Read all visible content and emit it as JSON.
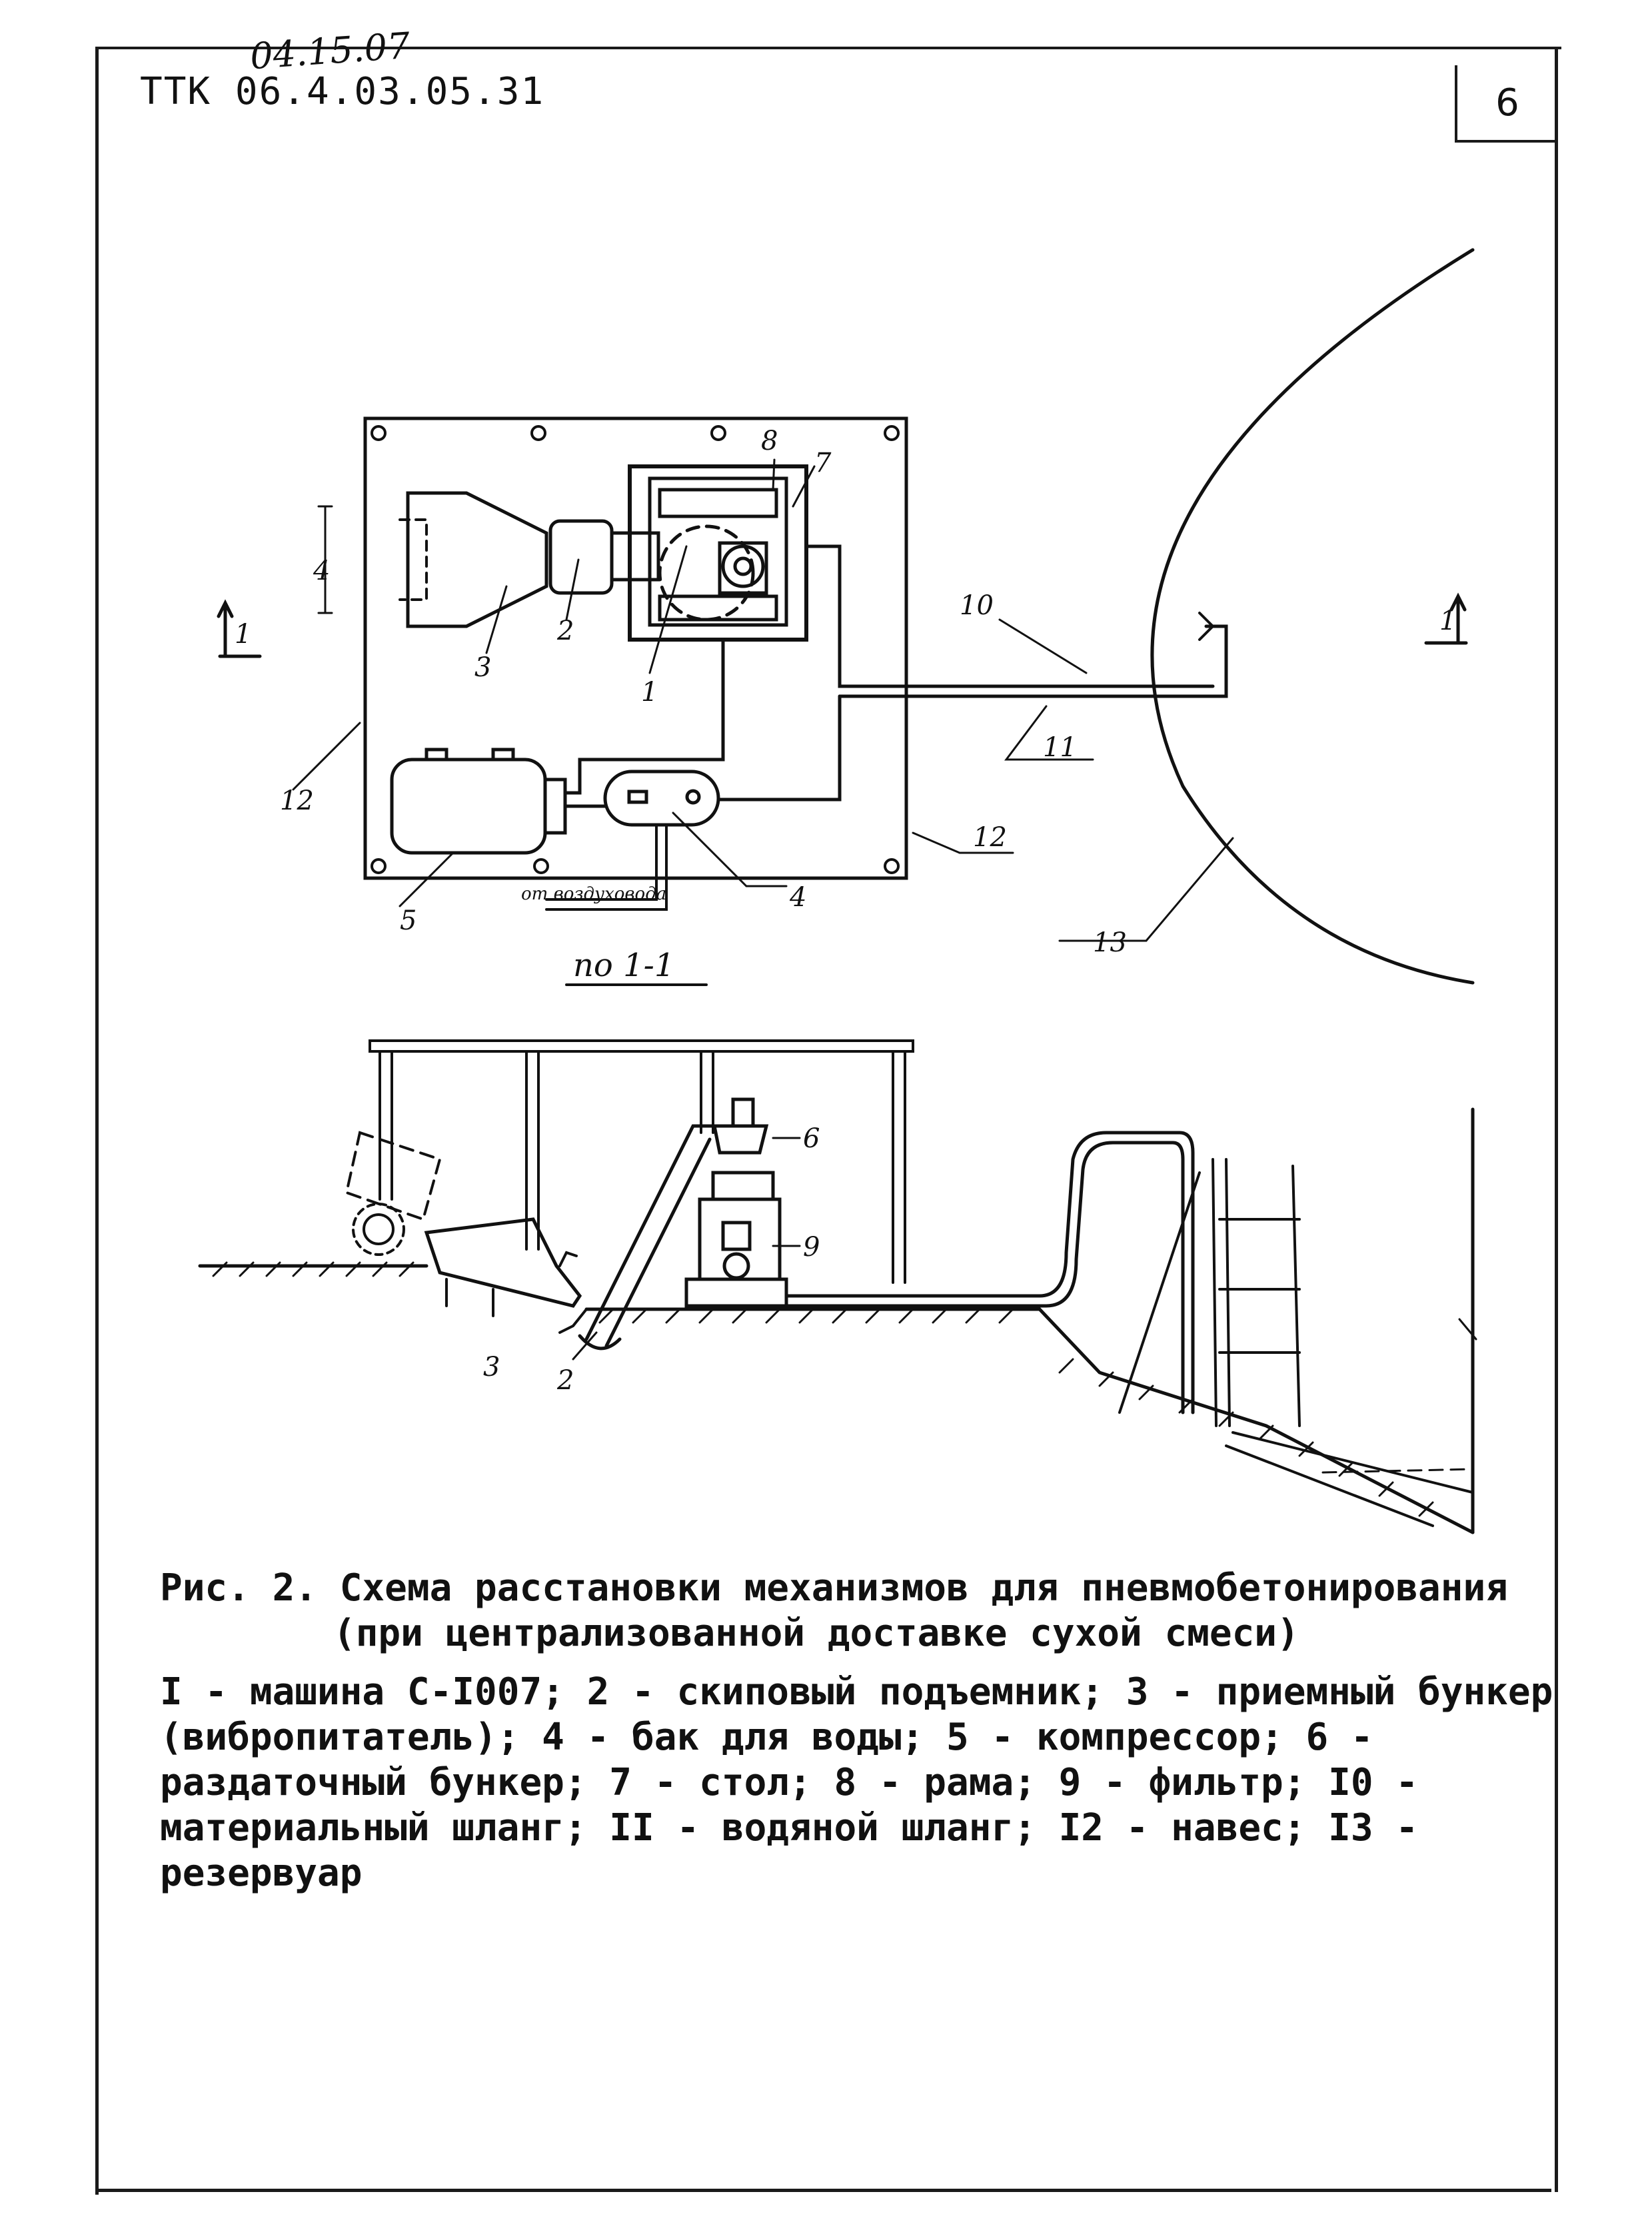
{
  "header": {
    "doc_code": "ТТК 06.4.03.05.31",
    "handwritten_note": "04.15.07",
    "page_number": "6"
  },
  "drawing_plan": {
    "section_marker_left": "1",
    "section_marker_right": "1",
    "labels": {
      "l1": "1",
      "l2": "2",
      "l3": "3",
      "l4": "4",
      "l5": "5",
      "l7": "7",
      "l8": "8",
      "l10": "10",
      "l11": "11",
      "l12a": "12",
      "l12b": "12",
      "l13": "13",
      "dim": "4"
    },
    "air_supply_note": "от воздуховода"
  },
  "drawing_section": {
    "title": "по 1-1",
    "labels": {
      "l2": "2",
      "l3": "3",
      "l6": "6",
      "l9": "9"
    }
  },
  "caption": {
    "title": "Рис. 2. Схема расстановки механизмов для пневмобетонирования",
    "subtitle": "(при централизованной доставке сухой смеси)",
    "legend": "I - машина С-I007; 2 - скиповый подъемник; 3 - приемный бункер (вибропитатель); 4 - бак для воды; 5 - компрессор; 6 - раздаточный бункер; 7 - стол; 8 - рама; 9 - фильтр; I0 - материальный шланг; II - водяной шланг; I2 - навес; I3 - резервуар"
  }
}
